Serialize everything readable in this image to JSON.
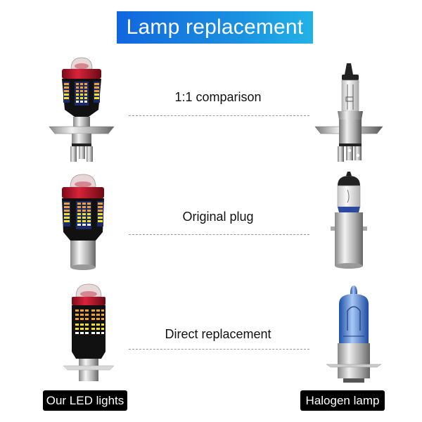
{
  "header": {
    "title": "Lamp replacement",
    "banner_gradient": [
      "#1166dd",
      "#22b2e6"
    ]
  },
  "rows": [
    {
      "label": "1:1 comparison",
      "led_bulb": "h4-led-bulb-icon",
      "halogen_bulb": "h4-halogen-bulb-icon"
    },
    {
      "label": "Original plug",
      "led_bulb": "ba20d-led-bulb-icon",
      "halogen_bulb": "ba20d-halogen-bulb-icon"
    },
    {
      "label": "Direct replacement",
      "led_bulb": "p15d-led-bulb-icon",
      "halogen_bulb": "p15d-blue-halogen-bulb-icon"
    }
  ],
  "footer": {
    "left_tag": "Our LED lights",
    "right_tag": "Halogen lamp"
  },
  "colors": {
    "led_red_ring": "#c0132a",
    "led_amber": "#f0a030",
    "led_yellow": "#f4e020",
    "halogen_blue": "#3a78d8"
  }
}
